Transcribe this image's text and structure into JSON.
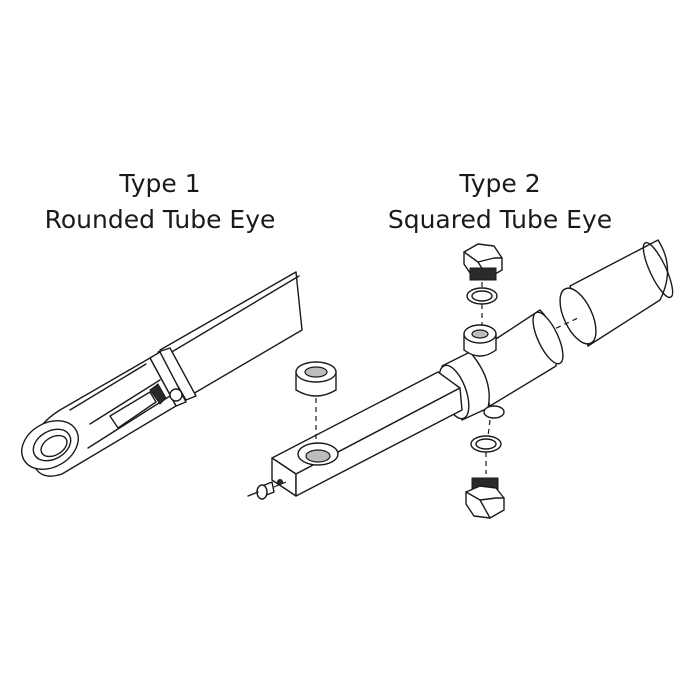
{
  "type1": {
    "line1": "Type 1",
    "line2": "Rounded Tube Eye"
  },
  "type2": {
    "line1": "Type 2",
    "line2": "Squared Tube Eye"
  },
  "colors": {
    "ink": "#1a1a1a",
    "background": "#ffffff"
  }
}
